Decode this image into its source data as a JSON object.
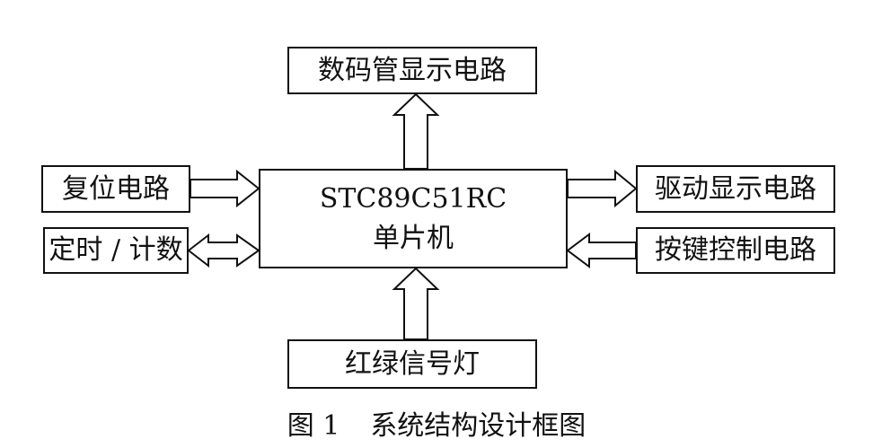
{
  "diagram": {
    "center": {
      "line1": "STC89C51RC",
      "line2": "单片机"
    },
    "top_block": "数码管显示电路",
    "left_upper_block": "复位电路",
    "left_lower_block": "定时 / 计数",
    "right_upper_block": "驱动显示电路",
    "right_lower_block": "按键控制电路",
    "bottom_block": "红绿信号灯",
    "caption_number": "图 1",
    "caption_title": "系统结构设计框图"
  }
}
